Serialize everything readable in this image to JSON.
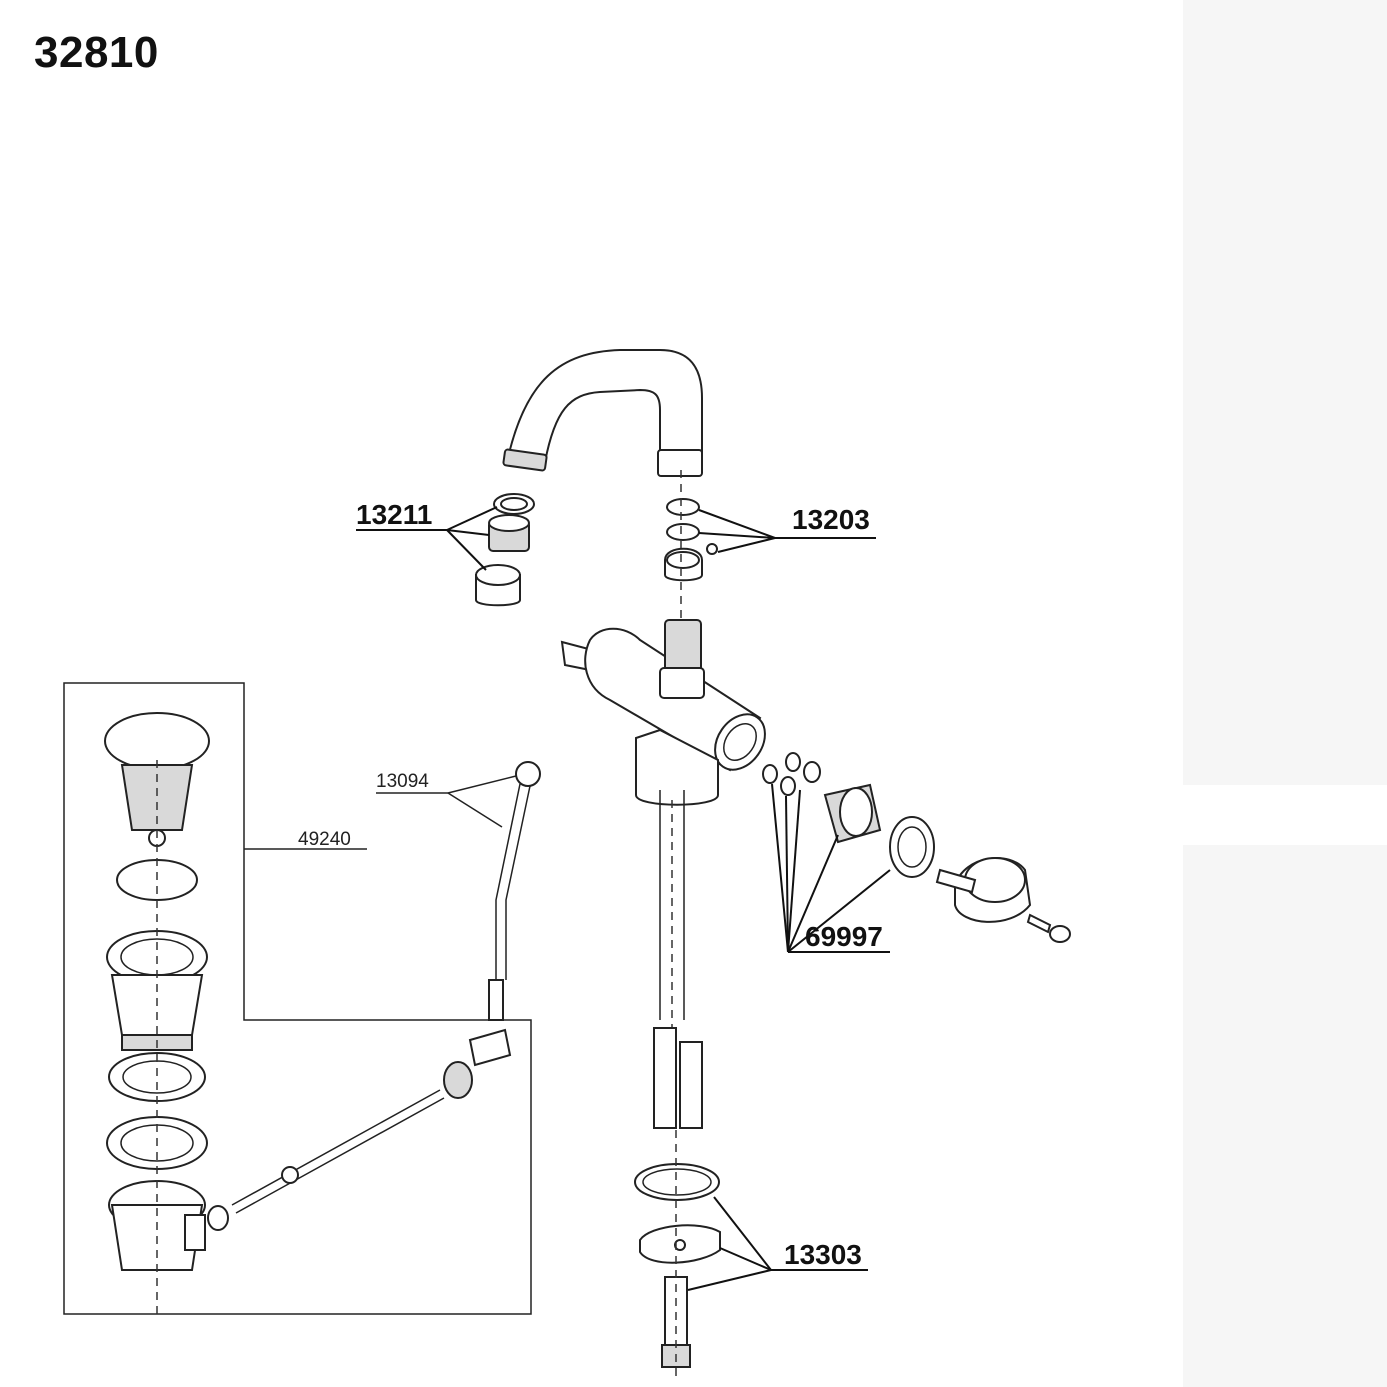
{
  "model_number": "32810",
  "callouts": {
    "c13211": "13211",
    "c13203": "13203",
    "c13094": "13094",
    "c49240": "49240",
    "c69997": "69997",
    "c13303": "13303"
  }
}
